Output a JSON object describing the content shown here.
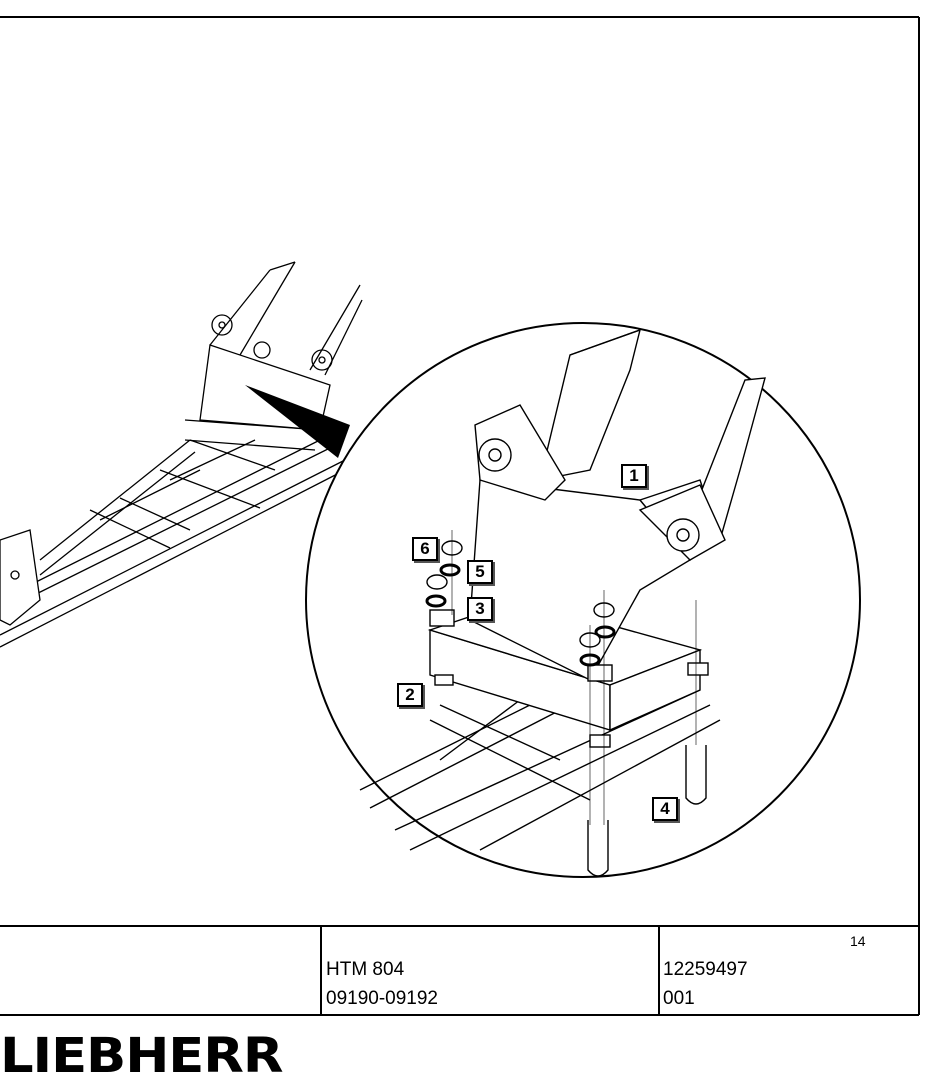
{
  "callouts": [
    "1",
    "2",
    "3",
    "4",
    "5",
    "6"
  ],
  "title_block": {
    "page": "14",
    "model": "HTM 804",
    "serial_range": "09190-09192",
    "document_no": "12259497",
    "revision": "001"
  },
  "logo_text": "LIEBHERR"
}
